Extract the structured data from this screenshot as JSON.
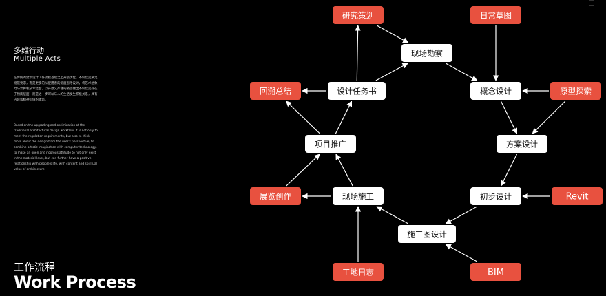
{
  "header": {
    "subtitle_cn": "多维行动",
    "subtitle_en": "Multiple Acts",
    "paragraph_cn": "在传统的建筑设计工作流程基础之上升级优化，不仅仅是满足规范要求，而是更多的从使用者的角度思考设计，将艺术想象力与计算机技术结合，以开放又严谨的姿态做出不仅仅是存在于物质层面，而是进一步可以与人的生活发生积极关系，具有内容和精神价值的建筑。",
    "paragraph_en": "Based on the upgrading and optimization of the traditional architectural design workflow, it is not only to meet the regulation requirements, but also to think more about the design from the user's perspective, to combine artistic imagination with computer technology, to make an open and rigorous attitude to not only exist in the material level, but can further have a positive relationship with people's life, with content and spiritual value of architecture.",
    "title_cn": "工作流程",
    "title_en": "Work Process"
  },
  "colors": {
    "accent": "#E8513F",
    "node_white": "#FFFFFF",
    "background": "#000000",
    "line": "#FFFFFF"
  },
  "diagram": {
    "nodes": [
      {
        "id": "research",
        "label": "研究策划",
        "style": "accent"
      },
      {
        "id": "sketch",
        "label": "日常草图",
        "style": "accent"
      },
      {
        "id": "survey",
        "label": "现场勘察",
        "style": "white"
      },
      {
        "id": "review",
        "label": "回溯总结",
        "style": "accent"
      },
      {
        "id": "brief",
        "label": "设计任务书",
        "style": "white"
      },
      {
        "id": "concept",
        "label": "概念设计",
        "style": "white"
      },
      {
        "id": "prototype",
        "label": "原型探索",
        "style": "accent"
      },
      {
        "id": "promote",
        "label": "项目推广",
        "style": "white"
      },
      {
        "id": "scheme",
        "label": "方案设计",
        "style": "white"
      },
      {
        "id": "exhibit",
        "label": "展览创作",
        "style": "accent"
      },
      {
        "id": "construct",
        "label": "现场施工",
        "style": "white"
      },
      {
        "id": "prelim",
        "label": "初步设计",
        "style": "white"
      },
      {
        "id": "revit",
        "label": "Revit",
        "style": "accent"
      },
      {
        "id": "drawings",
        "label": "施工图设计",
        "style": "white"
      },
      {
        "id": "log",
        "label": "工地日志",
        "style": "accent"
      },
      {
        "id": "bim",
        "label": "BIM",
        "style": "accent"
      }
    ],
    "edges": [
      {
        "from": "brief",
        "to": "survey"
      },
      {
        "from": "survey",
        "to": "concept"
      },
      {
        "from": "research",
        "to": "survey"
      },
      {
        "from": "brief",
        "to": "research"
      },
      {
        "from": "sketch",
        "to": "concept"
      },
      {
        "from": "brief",
        "to": "review"
      },
      {
        "from": "prototype",
        "to": "concept"
      },
      {
        "from": "concept",
        "to": "scheme"
      },
      {
        "from": "prototype",
        "to": "scheme"
      },
      {
        "from": "promote",
        "to": "brief"
      },
      {
        "from": "scheme",
        "to": "prelim"
      },
      {
        "from": "revit",
        "to": "prelim"
      },
      {
        "from": "prelim",
        "to": "drawings"
      },
      {
        "from": "bim",
        "to": "drawings"
      },
      {
        "from": "drawings",
        "to": "construct"
      },
      {
        "from": "log",
        "to": "construct"
      },
      {
        "from": "construct",
        "to": "promote"
      },
      {
        "from": "construct",
        "to": "exhibit"
      },
      {
        "from": "exhibit",
        "to": "promote"
      },
      {
        "from": "promote",
        "to": "review"
      }
    ]
  }
}
